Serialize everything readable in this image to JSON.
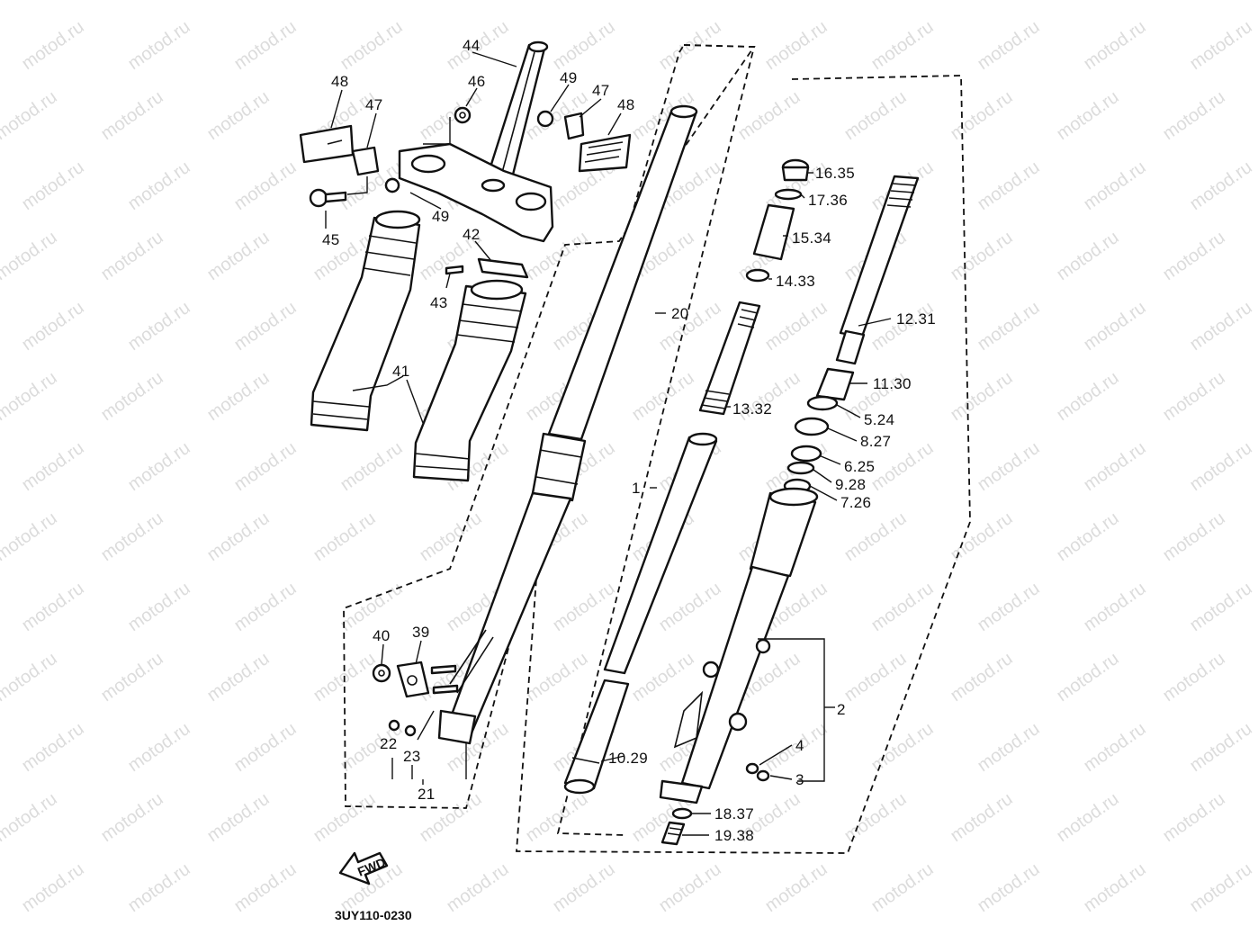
{
  "watermark": "motod.ru",
  "drawing_code": "3UY110-0230",
  "arrow_label": "FWD",
  "callouts": {
    "c44": "44",
    "c46": "46",
    "c49a": "49",
    "c47a": "47",
    "c48a": "48",
    "c48b": "48",
    "c47b": "47",
    "c45": "45",
    "c49b": "49",
    "c42": "42",
    "c43": "43",
    "c41": "41",
    "c20": "20",
    "c1": "1",
    "c16_35": "16.35",
    "c17_36": "17.36",
    "c15_34": "15.34",
    "c14_33": "14.33",
    "c12_31": "12.31",
    "c11_30": "11.30",
    "c13_32": "13.32",
    "c5_24": "5.24",
    "c8_27": "8.27",
    "c6_25": "6.25",
    "c9_28": "9.28",
    "c7_26": "7.26",
    "c2": "2",
    "c4": "4",
    "c3": "3",
    "c10_29": "10.29",
    "c18_37": "18.37",
    "c19_38": "19.38",
    "c40": "40",
    "c39": "39",
    "c22": "22",
    "c23": "23",
    "c21": "21"
  }
}
